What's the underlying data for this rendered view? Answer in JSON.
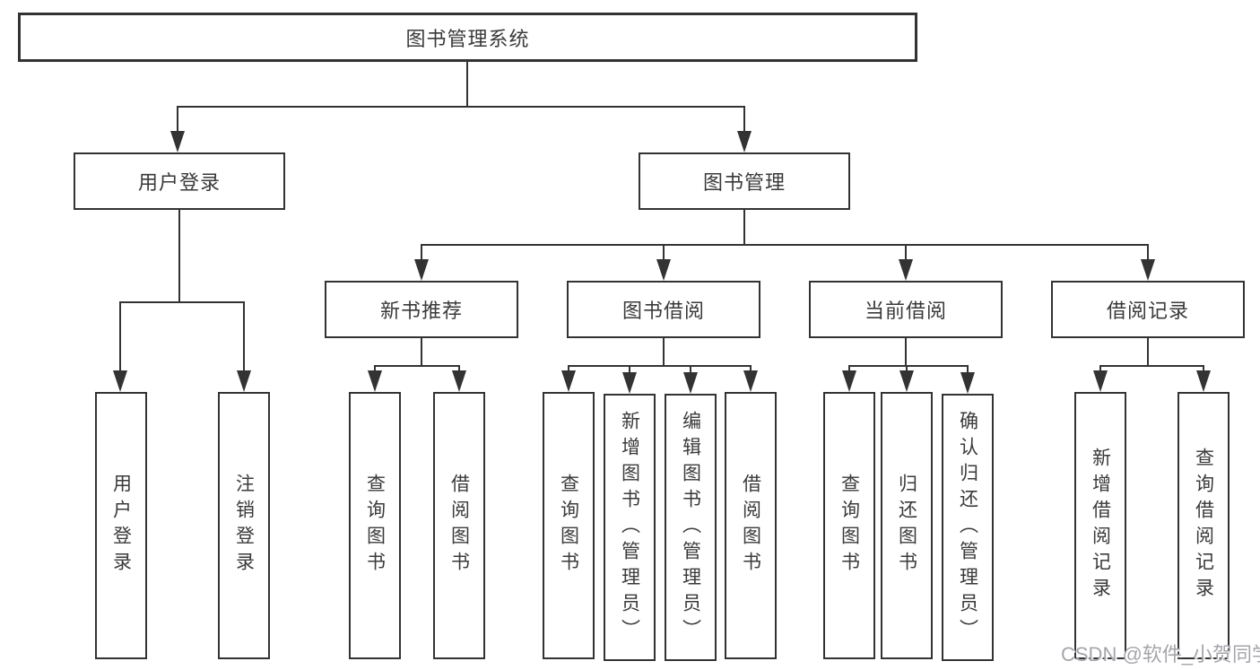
{
  "tree": {
    "root": {
      "label": "图书管理系统",
      "children": [
        {
          "label": "用户登录",
          "children": [
            {
              "label": "用户登录"
            },
            {
              "label": "注销登录"
            }
          ]
        },
        {
          "label": "图书管理",
          "children": [
            {
              "label": "新书推荐",
              "children": [
                {
                  "label": "查询图书"
                },
                {
                  "label": "借阅图书"
                }
              ]
            },
            {
              "label": "图书借阅",
              "children": [
                {
                  "label": "查询图书"
                },
                {
                  "label": "新增图书（管理员）"
                },
                {
                  "label": "编辑图书（管理员）"
                },
                {
                  "label": "借阅图书"
                }
              ]
            },
            {
              "label": "当前借阅",
              "children": [
                {
                  "label": "查询图书"
                },
                {
                  "label": "归还图书"
                },
                {
                  "label": "确认归还（管理员）"
                }
              ]
            },
            {
              "label": "借阅记录",
              "children": [
                {
                  "label": "新增借阅记录"
                },
                {
                  "label": "查询借阅记录"
                }
              ]
            }
          ]
        }
      ]
    }
  },
  "watermark": {
    "text": "CSDN @软件_小贺同学"
  },
  "colors": {
    "line": "#333333",
    "text": "#3a3a3a",
    "background": "#ffffff",
    "watermark": "#a5a5ab"
  }
}
